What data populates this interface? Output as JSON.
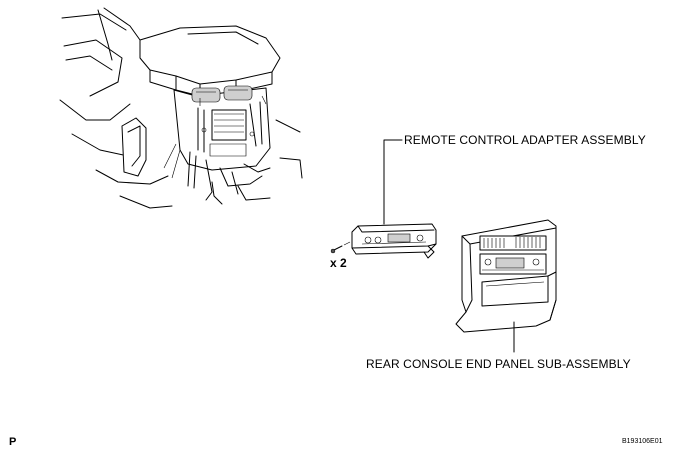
{
  "labels": {
    "remote_control_adapter": "REMOTE CONTROL ADAPTER ASSEMBLY",
    "rear_console_end_panel": "REAR CONSOLE END PANEL SUB-ASSEMBLY",
    "quantity": "x 2",
    "corner_mark": "P",
    "figure_code": "B193106E01"
  }
}
